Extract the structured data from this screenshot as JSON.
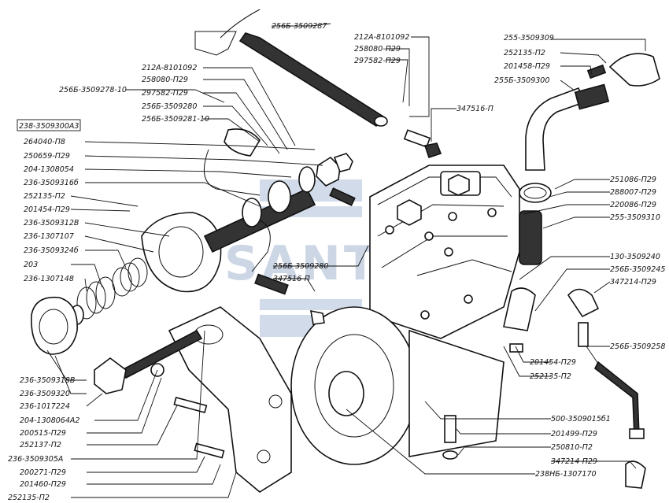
{
  "watermark": "SANTAL",
  "labels": [
    {
      "id": "l1",
      "text": "256Б-3509287"
    },
    {
      "id": "l2",
      "text": "212А-8101092"
    },
    {
      "id": "l3",
      "text": "258080-П29"
    },
    {
      "id": "l4",
      "text": "297582-П29"
    },
    {
      "id": "l5",
      "text": "255-3509309"
    },
    {
      "id": "l6",
      "text": "252135-П2"
    },
    {
      "id": "l7",
      "text": "201458-П29"
    },
    {
      "id": "l8",
      "text": "255Б-3509300"
    },
    {
      "id": "l9",
      "text": "212А-8101092"
    },
    {
      "id": "l10",
      "text": "258080-П29"
    },
    {
      "id": "l11",
      "text": "297582-П29"
    },
    {
      "id": "l12",
      "text": "256Б-3509280"
    },
    {
      "id": "l13",
      "text": "256Б-3509281-10"
    },
    {
      "id": "l14",
      "text": "256Б-3509278-10"
    },
    {
      "id": "l15",
      "text": "347516-П"
    },
    {
      "id": "l16",
      "text": "238-3509300А3"
    },
    {
      "id": "l17",
      "text": "264040-П8"
    },
    {
      "id": "l18",
      "text": "250659-П29"
    },
    {
      "id": "l19",
      "text": "204-1308054"
    },
    {
      "id": "l20",
      "text": "236-3509316б"
    },
    {
      "id": "l21",
      "text": "252135-П2"
    },
    {
      "id": "l22",
      "text": "201454-П29"
    },
    {
      "id": "l23",
      "text": "236-3509312В"
    },
    {
      "id": "l24",
      "text": "236-1307107"
    },
    {
      "id": "l25",
      "text": "236-3509324б"
    },
    {
      "id": "l26",
      "text": "203"
    },
    {
      "id": "l27",
      "text": "236-1307148"
    },
    {
      "id": "l28",
      "text": "251086-П29"
    },
    {
      "id": "l29",
      "text": "288007-П29"
    },
    {
      "id": "l30",
      "text": "220086-П29"
    },
    {
      "id": "l31",
      "text": "255-3509310"
    },
    {
      "id": "l32",
      "text": "130-3509240"
    },
    {
      "id": "l33",
      "text": "256Б-3509245"
    },
    {
      "id": "l34",
      "text": "347214-П29"
    },
    {
      "id": "l35",
      "text": "256Б-3509280"
    },
    {
      "id": "l36",
      "text": "347516-П"
    },
    {
      "id": "l37",
      "text": "256Б-3509258"
    },
    {
      "id": "l38",
      "text": "201454-П29"
    },
    {
      "id": "l39",
      "text": "252135-П2"
    },
    {
      "id": "l40",
      "text": "236-3509318В"
    },
    {
      "id": "l41",
      "text": "236-3509320"
    },
    {
      "id": "l42",
      "text": "236-1017224"
    },
    {
      "id": "l43",
      "text": "204-1308064А2"
    },
    {
      "id": "l44",
      "text": "200515-П29"
    },
    {
      "id": "l45",
      "text": "252137-П2"
    },
    {
      "id": "l46",
      "text": "236-3509305А"
    },
    {
      "id": "l47",
      "text": "200271-П29"
    },
    {
      "id": "l48",
      "text": "201460-П29"
    },
    {
      "id": "l49",
      "text": "252135-П2"
    },
    {
      "id": "l50",
      "text": "500-3509015б1"
    },
    {
      "id": "l51",
      "text": "201499-П29"
    },
    {
      "id": "l52",
      "text": "250810-П2"
    },
    {
      "id": "l53",
      "text": "347214-П29"
    },
    {
      "id": "l54",
      "text": "238НБ-1307170"
    }
  ]
}
